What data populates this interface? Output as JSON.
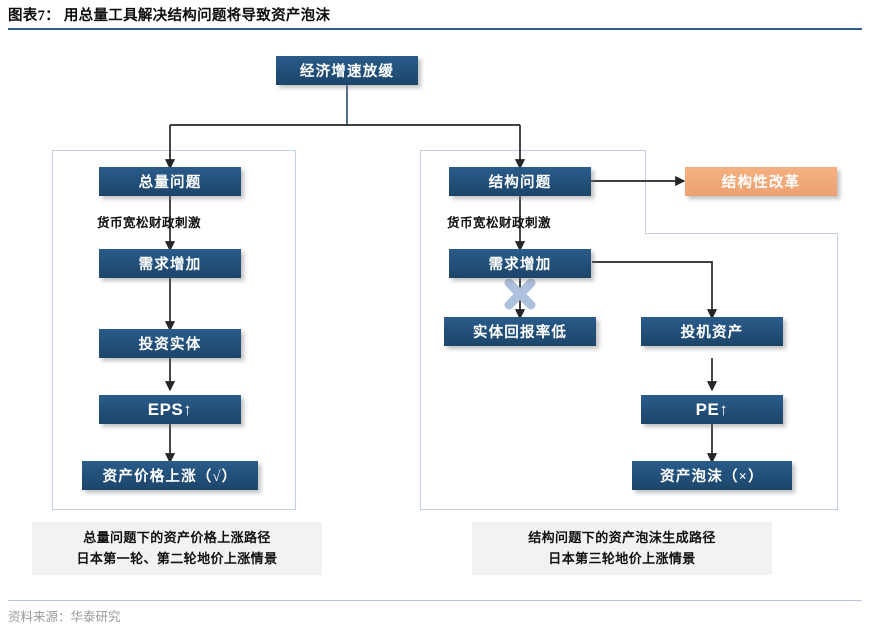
{
  "header": {
    "title": "图表7： 用总量工具解决结构问题将导致资产泡沫"
  },
  "footer": {
    "source": "资料来源：华泰研究"
  },
  "diagram": {
    "root_node": {
      "label": "经济增速放缓"
    },
    "left_branch": {
      "nodes": [
        {
          "label": "总量问题"
        },
        {
          "label": "需求增加"
        },
        {
          "label": "投资实体"
        },
        {
          "label": "EPS↑"
        },
        {
          "label": "资产价格上涨（√）"
        }
      ],
      "edge_label": "货币宽松财政刺激",
      "caption_line1": "总量问题下的资产价格上涨路径",
      "caption_line2": "日本第一轮、第二轮地价上涨情景"
    },
    "right_branch": {
      "nodes": [
        {
          "label": "结构问题"
        },
        {
          "label": "结构性改革"
        },
        {
          "label": "需求增加"
        },
        {
          "label": "实体回报率低"
        },
        {
          "label": "投机资产"
        },
        {
          "label": "PE↑"
        },
        {
          "label": "资产泡沫（×）"
        }
      ],
      "edge_label": "货币宽松财政刺激",
      "blocked_marker": "✕",
      "caption_line1": "结构问题下的资产泡沫生成路径",
      "caption_line2": "日本第三轮地价上涨情景"
    }
  },
  "colors": {
    "node_navy": "#23517C",
    "node_orange": "#F4B183",
    "panel_border": "#C3D0E4",
    "title_rule": "#2F5D91",
    "blocker": "#AEC1DE",
    "caption_bg": "#F2F2F2"
  }
}
